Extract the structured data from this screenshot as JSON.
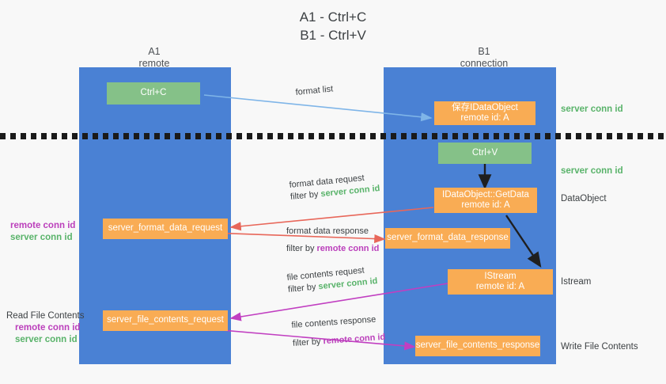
{
  "title": {
    "line1": "A1 - Ctrl+C",
    "line2": "B1 - Ctrl+V"
  },
  "columns": [
    {
      "name": "A1",
      "sub": "remote"
    },
    {
      "name": "B1",
      "sub": "connection"
    }
  ],
  "nodes": {
    "ctrl_c": {
      "label": "Ctrl+C",
      "color": "#85c188"
    },
    "save_idataobject": {
      "line1": "保存IDataObject",
      "line2": "remote id: A",
      "color": "#f9ac54"
    },
    "ctrl_v": {
      "label": "Ctrl+V",
      "color": "#85c188"
    },
    "getdata": {
      "line1": "IDataObject::GetData",
      "line2": "remote id: A",
      "color": "#f9ac54"
    },
    "istream": {
      "line1": "IStream",
      "line2": "remote id: A",
      "color": "#f9ac54"
    },
    "server_format_data_request": {
      "label": "server_format_data_request",
      "color": "#f9ac54"
    },
    "server_format_data_response": {
      "label": "server_format_data_response",
      "color": "#f9ac54"
    },
    "server_file_contents_request": {
      "label": "server_file_contents_request",
      "color": "#f9ac54"
    },
    "server_file_contents_response": {
      "label": "server_file_contents_response",
      "color": "#f9ac54"
    }
  },
  "edges": {
    "format_list": {
      "label": "format list"
    },
    "format_data_request": {
      "line1": "format data request",
      "filter_prefix": "filter by ",
      "filter_token": "server conn id"
    },
    "format_data_response": {
      "line1": "format data response",
      "filter_prefix": "filter by ",
      "filter_token": "remote conn id"
    },
    "file_contents_request": {
      "line1": "file contents request",
      "filter_prefix": "filter by ",
      "filter_token": "server conn id"
    },
    "file_contents_response": {
      "line1": "file contents response",
      "filter_prefix": "filter by ",
      "filter_token": "remote conn id"
    }
  },
  "right_notes": {
    "server_conn_id_1": "server conn id",
    "server_conn_id_2": "server conn id",
    "dataobject": "DataObject",
    "istream": "Istream",
    "write_file_contents": "Write File Contents"
  },
  "left_notes": {
    "remote_conn_id_1": "remote conn id",
    "server_conn_id_1": "server conn id",
    "read_file_contents": "Read File Contents",
    "remote_conn_id_2": "remote conn id",
    "server_conn_id_2": "server conn id"
  },
  "colors": {
    "lane": "#4a81d4",
    "green_node": "#85c188",
    "orange_node": "#f9ac54",
    "server_token": "#59b36a",
    "remote_token": "#bb3fbb",
    "arrow_blue": "#7fb5e8",
    "arrow_red": "#e8675a",
    "arrow_magenta": "#c13fc1",
    "arrow_dark": "#1f1f1f",
    "divider": "#1a1a1a",
    "background": "#f8f8f8"
  }
}
